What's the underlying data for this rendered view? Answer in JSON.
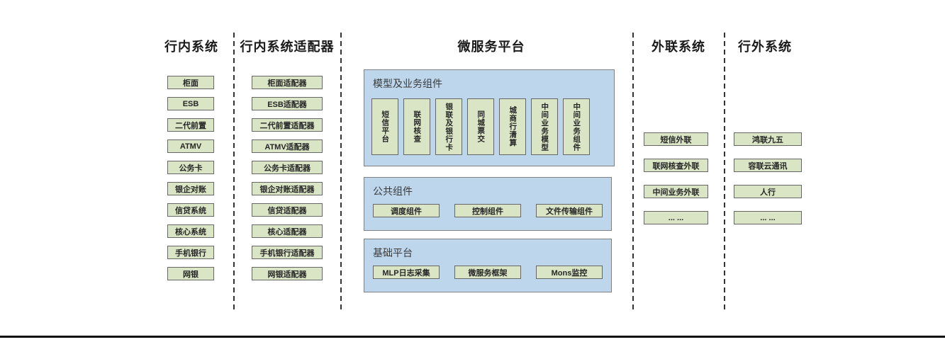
{
  "colors": {
    "green_fill": "#d9e5c5",
    "green_border": "#666666",
    "blue_fill": "#bdd6ec",
    "blue_border": "#808080",
    "separator": "#333333",
    "rule_color": "#0f0f0f",
    "text_color": "#262626",
    "label_color": "#3a3a3a",
    "title_color": "#1a1a1a"
  },
  "columns": {
    "internal": {
      "title": "行内系统",
      "items": [
        "柜面",
        "ESB",
        "二代前置",
        "ATMV",
        "公务卡",
        "银企对账",
        "信贷系统",
        "核心系统",
        "手机银行",
        "网银"
      ]
    },
    "adapters": {
      "title": "行内系统适配器",
      "items": [
        "柜面适配器",
        "ESB适配器",
        "二代前置适配器",
        "ATMV适配器",
        "公务卡适配器",
        "银企对账适配器",
        "信贷适配器",
        "核心适配器",
        "手机银行适配器",
        "网银适配器"
      ]
    },
    "platform": {
      "title": "微服务平台",
      "model_group": {
        "label": "模型及业务组件",
        "items": [
          "短信平台",
          "联网核查",
          "银联及银行卡",
          "同城票交",
          "城商行清算",
          "中间业务模型",
          "中间业务组件"
        ]
      },
      "common_group": {
        "label": "公共组件",
        "items": [
          "调度组件",
          "控制组件",
          "文件传输组件"
        ]
      },
      "base_group": {
        "label": "基础平台",
        "items": [
          "MLP日志采集",
          "微服务框架",
          "Mons监控"
        ]
      }
    },
    "outreach": {
      "title": "外联系统",
      "items": [
        "短信外联",
        "联网核查外联",
        "中间业务外联",
        "... ..."
      ]
    },
    "external": {
      "title": "行外系统",
      "items": [
        "鸿联九五",
        "容联云通讯",
        "人行",
        "... ..."
      ]
    }
  }
}
